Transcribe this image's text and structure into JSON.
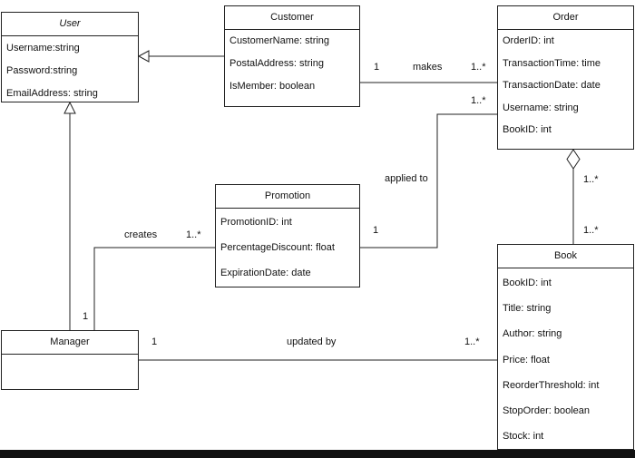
{
  "classes": {
    "user": {
      "name": "User",
      "attributes": [
        "Username:string",
        "Password:string",
        "EmailAddress: string"
      ]
    },
    "customer": {
      "name": "Customer",
      "attributes": [
        "CustomerName: string",
        "PostalAddress: string",
        "IsMember: boolean"
      ]
    },
    "order": {
      "name": "Order",
      "attributes": [
        "OrderID: int",
        "TransactionTime: time",
        "TransactionDate: date",
        "Username: string",
        "BookID: int"
      ]
    },
    "promotion": {
      "name": "Promotion",
      "attributes": [
        "PromotionID: int",
        "PercentageDiscount: float",
        "ExpirationDate: date"
      ]
    },
    "manager": {
      "name": "Manager",
      "attributes": []
    },
    "book": {
      "name": "Book",
      "attributes": [
        "BookID: int",
        "Title: string",
        "Author: string",
        "Price: float",
        "ReorderThreshold: int",
        "StopOrder: boolean",
        "Stock: int"
      ]
    }
  },
  "associations": {
    "makes": {
      "label": "makes",
      "left_mult": "1",
      "right_mult": "1..*"
    },
    "applied_to": {
      "label": "applied to",
      "order_mult": "1..*",
      "promotion_mult": "1"
    },
    "creates": {
      "label": "creates",
      "manager_mult": "1",
      "promotion_mult": "1..*"
    },
    "updated_by": {
      "label": "updated by",
      "manager_mult": "1",
      "book_mult": "1..*"
    },
    "order_book": {
      "order_mult": "1..*",
      "book_mult": "1..*"
    }
  }
}
